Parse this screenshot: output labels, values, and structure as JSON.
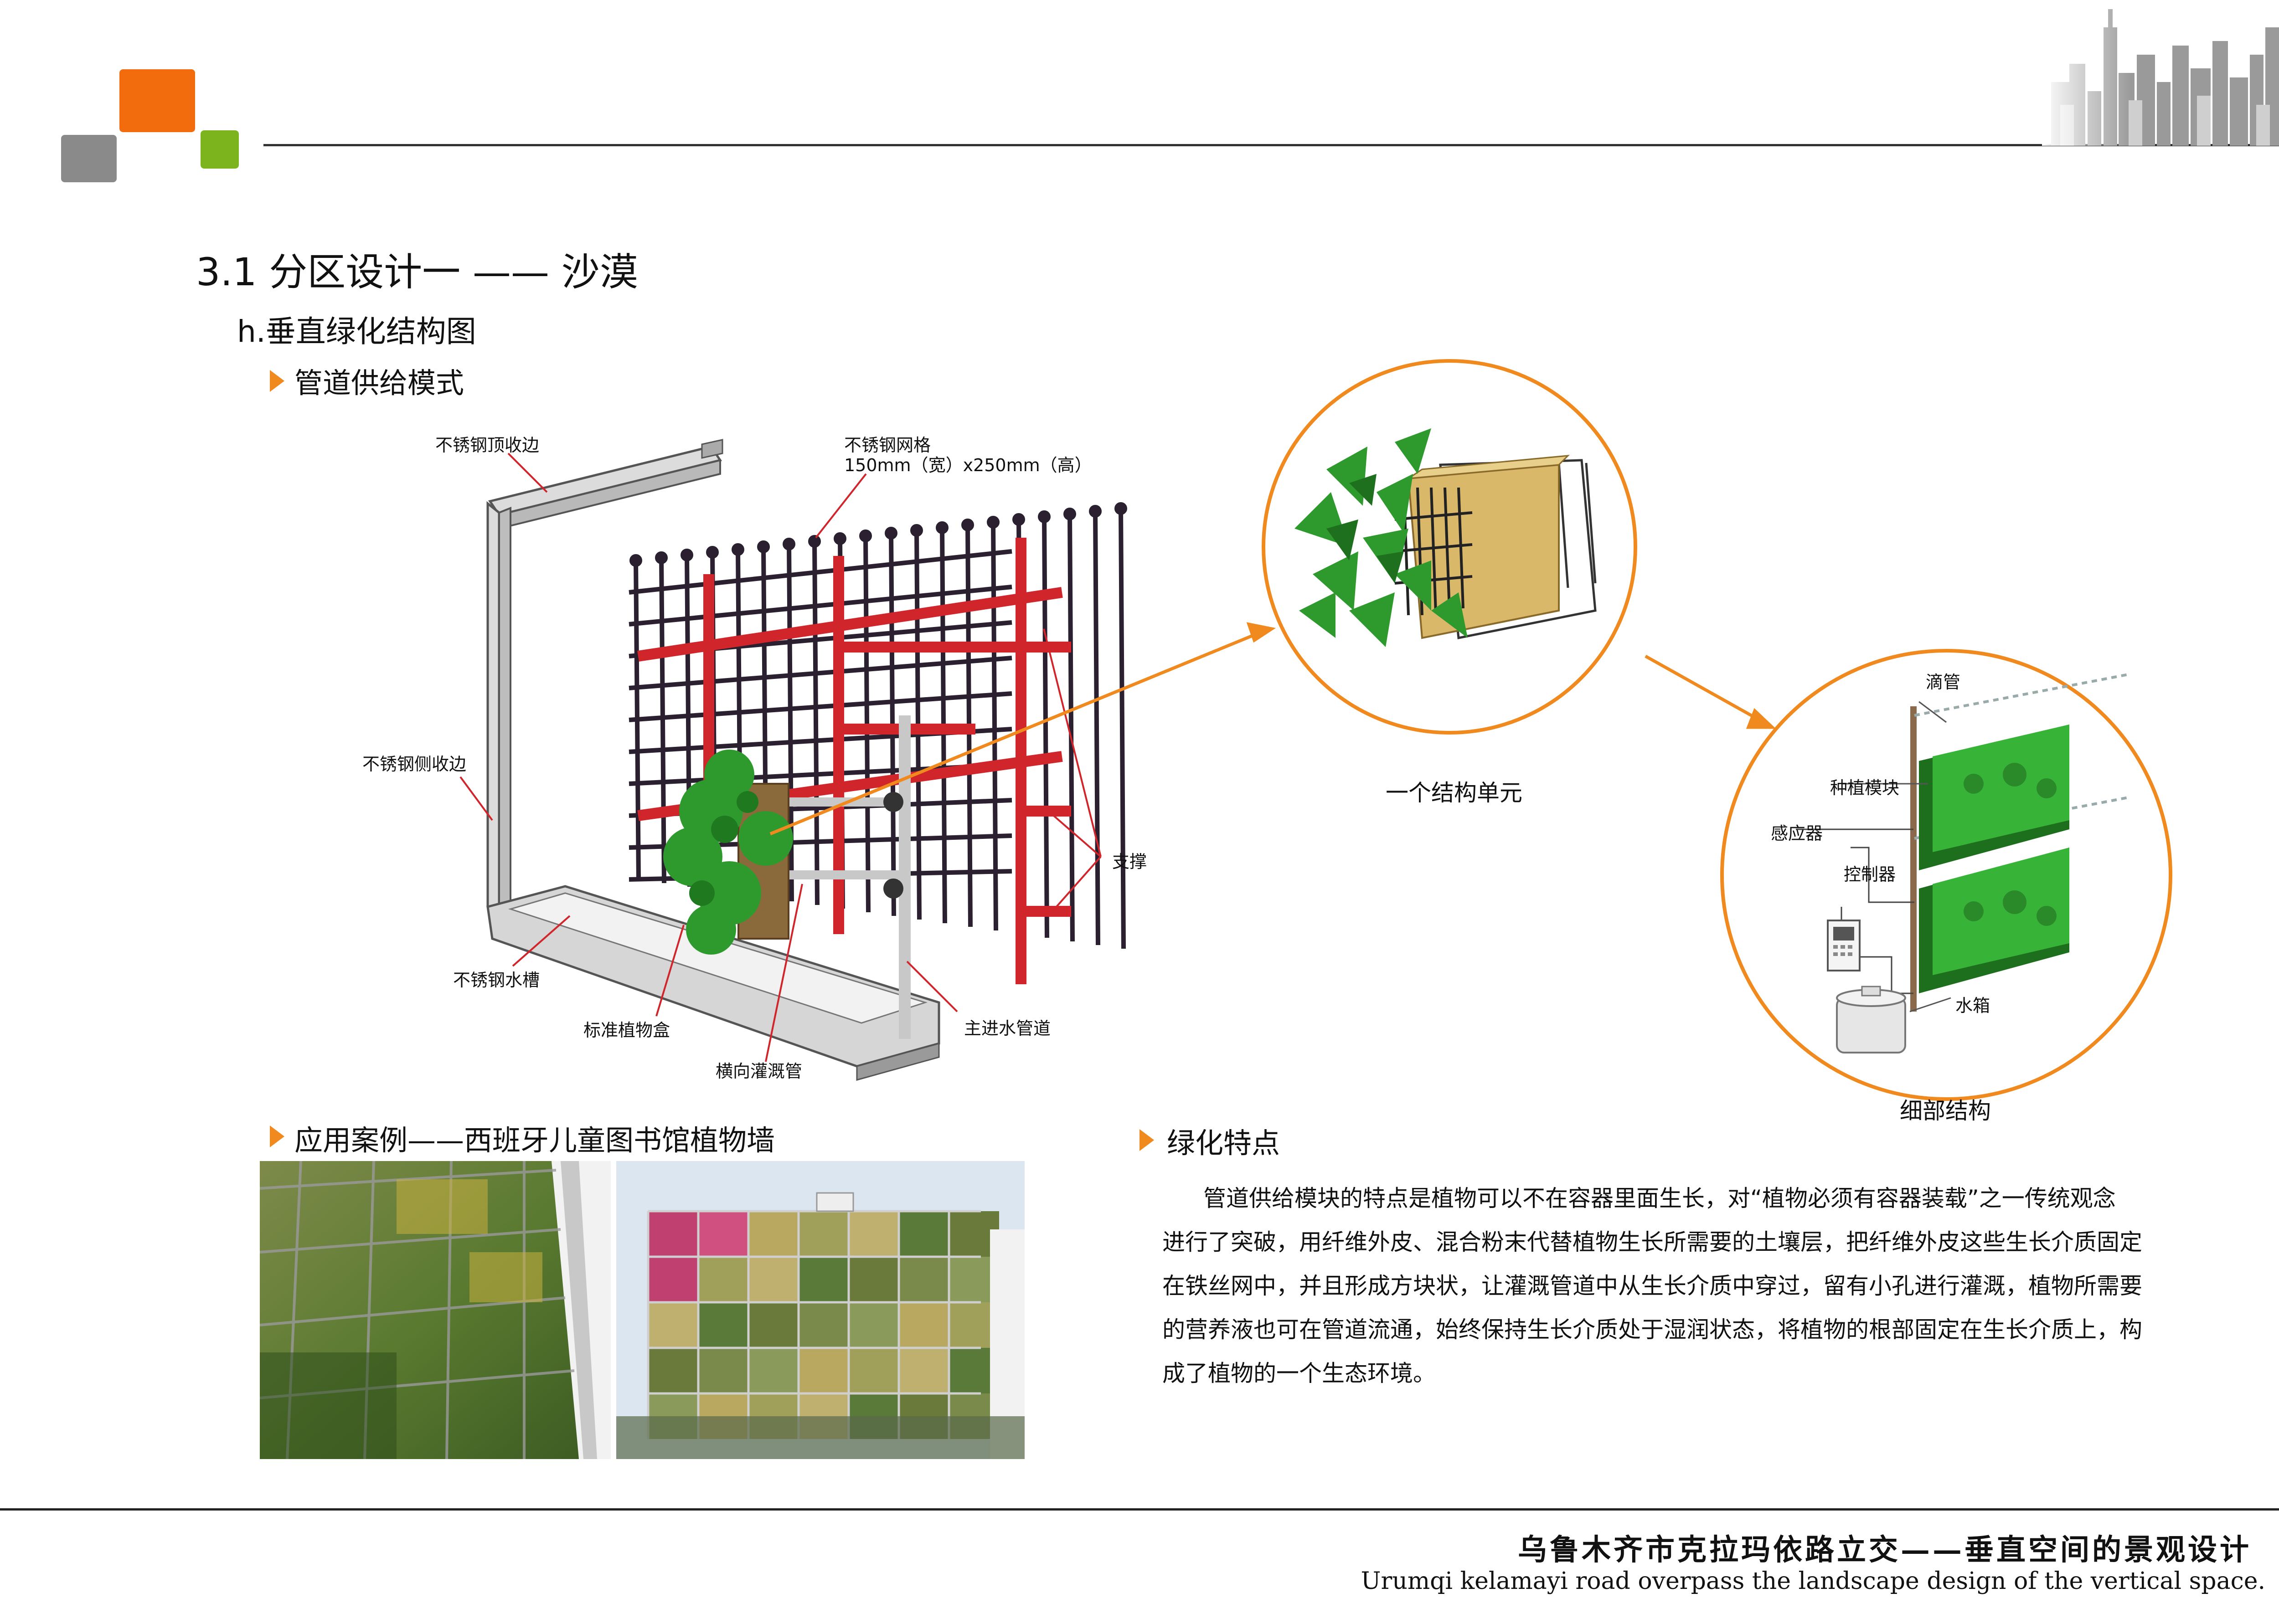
{
  "header": {
    "section_title": "3.1 分区设计一 —— 沙漠",
    "subtitle": "h.垂直绿化结构图",
    "mode_heading": "管道供给模式"
  },
  "diagram_labels": {
    "top_edge": "不锈钢顶收边",
    "mesh_line1": "不锈钢网格",
    "mesh_line2": "150mm（宽）x250mm（高）",
    "side_edge": "不锈钢侧收边",
    "support": "支撑",
    "water_trough": "不锈钢水槽",
    "plant_box": "标准植物盒",
    "main_pipe": "主进水管道",
    "irrigation_pipe": "横向灌溉管"
  },
  "unit_callout": {
    "caption": "一个结构单元"
  },
  "detail_callout": {
    "caption": "细部结构",
    "drip": "滴管",
    "planting_module": "种植模块",
    "sensor": "感应器",
    "controller": "控制器",
    "water_tank": "水箱"
  },
  "case_heading": "应用案例——西班牙儿童图书馆植物墙",
  "features": {
    "heading": "绿化特点",
    "lines": [
      "管道供给模块的特点是植物可以不在容器里面生长，对“植物必须有容器装载”之一传统观念",
      "进行了突破，用纤维外皮、混合粉末代替植物生长所需要的土壤层，把纤维外皮这些生长介质固定",
      "在铁丝网中，并且形成方块状，让灌溉管道中从生长介质中穿过，留有小孔进行灌溉，植物所需要",
      "的营养液也可在管道流通，始终保持生长介质处于湿润状态，将植物的根部固定在生长介质上，构",
      "成了植物的一个生态环境。"
    ]
  },
  "footer": {
    "title_cn": "乌鲁木齐市克拉玛依路立交——垂直空间的景观设计",
    "title_en": "Urumqi kelamayi road overpass the landscape design of the vertical space."
  },
  "colors": {
    "accent_orange": "#f08a1e",
    "logo_orange": "#f26c0d",
    "logo_gray": "#8a8a8a",
    "logo_green": "#7cb41e",
    "pipe_red": "#d0262b",
    "plant_green": "#2e9a2e"
  }
}
